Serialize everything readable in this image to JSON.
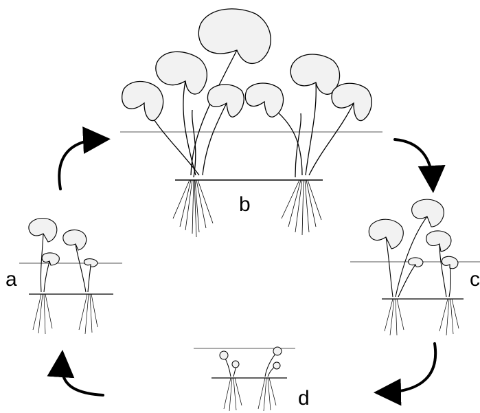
{
  "stages": [
    {
      "id": "a",
      "label": "a"
    },
    {
      "id": "b",
      "label": "b"
    },
    {
      "id": "c",
      "label": "c"
    },
    {
      "id": "d",
      "label": "d"
    }
  ],
  "colors": {
    "ink": "#000000",
    "leaf_fill": "#f2f2f2",
    "soil_line": "#555555",
    "background": "#ffffff"
  },
  "icons": [
    "cycle-arrow-icon",
    "pennywort-plant-icon"
  ]
}
